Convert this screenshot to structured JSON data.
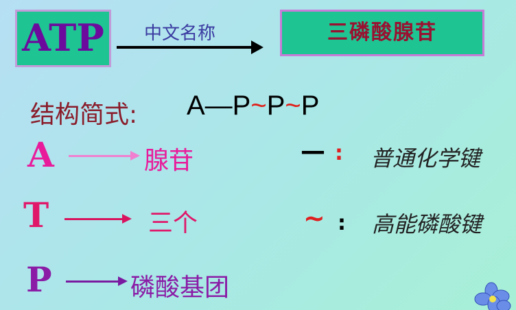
{
  "header": {
    "abbr": "ATP",
    "arrow_label": "中文名称",
    "full_name": "三磷酸腺苷"
  },
  "structure": {
    "label": "结构简式:",
    "formula_parts": [
      "A—P",
      "~",
      "P",
      "~",
      "P"
    ]
  },
  "rows": [
    {
      "letter": "A",
      "meaning": "腺苷",
      "color": "#e81c9b",
      "arrow_color": "#f07fd0"
    },
    {
      "letter": "T",
      "meaning": "三个",
      "color": "#e0186a",
      "arrow_color": "#d9145e"
    },
    {
      "letter": "P",
      "meaning": "磷酸基团",
      "color": "#8a1ca6",
      "arrow_color": "#7a1aa0"
    }
  ],
  "bonds": [
    {
      "symbol": "—",
      "colon": ":",
      "meaning": "普通化学键",
      "symbol_color": "#000000",
      "colon_color": "#e02020"
    },
    {
      "symbol": "~",
      "colon": ":",
      "meaning": "高能磷酸键",
      "symbol_color": "#e02020",
      "colon_color": "#000000"
    }
  ],
  "decor": {
    "flower": "flower-icon"
  }
}
